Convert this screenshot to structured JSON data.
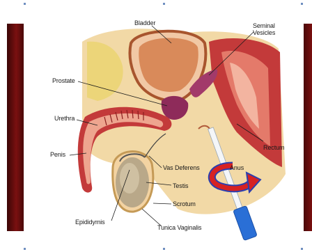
{
  "diagram": {
    "labels": {
      "bladder": "Bladder",
      "seminal_vesicles_1": "Seminal",
      "seminal_vesicles_2": "Vesicles",
      "prostate": "Prostate",
      "urethra": "Urethra",
      "rectum": "Rectum",
      "penis": "Penis",
      "vas_deferens": "Vas Deferens",
      "anus": "Anus",
      "testis": "Testis",
      "scrotum": "Scrotum",
      "epididymis": "Epididymis",
      "tunica_vaginalis": "Tunica Vaginalis"
    },
    "colors": {
      "flesh": "#f2d9a6",
      "tissue": "#c33a3a",
      "bladder": "#d98a5a",
      "prostate": "#8e2b5a",
      "arrow": "#d62222",
      "probe": "#2a6fd6",
      "side_panel": "#7a1010"
    }
  }
}
